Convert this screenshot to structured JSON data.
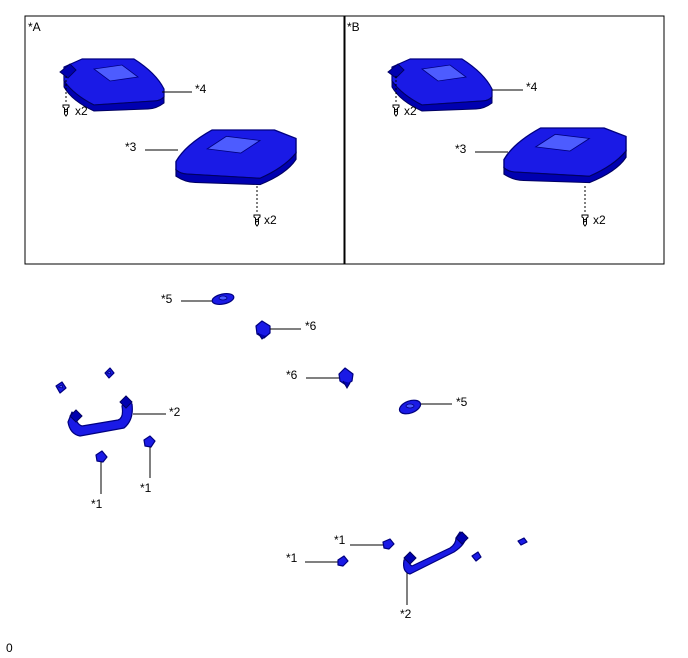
{
  "panels": {
    "a": {
      "label": "*A"
    },
    "b": {
      "label": "*B"
    }
  },
  "callouts": {
    "c1": "*1",
    "c2": "*2",
    "c3": "*3",
    "c4": "*4",
    "c5": "*5",
    "c6": "*6"
  },
  "screw_qty": "x2",
  "footer_code": "0",
  "colors": {
    "part_fill": "#1a1ae6",
    "part_outline": "#000080"
  }
}
